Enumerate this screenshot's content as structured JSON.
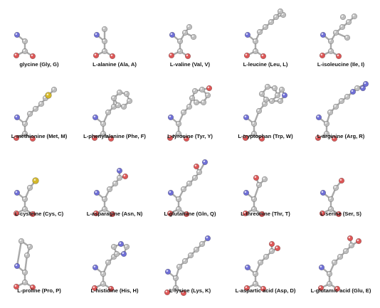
{
  "atom_colors": {
    "carbon": "#bdbdbd",
    "nitrogen": "#6f6fd6",
    "oxygen": "#dd5656",
    "sulfur": "#d4b82a"
  },
  "molecules": [
    {
      "label": "glycine (Gly, G)",
      "side": []
    },
    {
      "label": "L-alanine (Ala, A)",
      "side": [
        "C"
      ]
    },
    {
      "label": "L-valine (Val, V)",
      "side": [
        "C",
        "Cb"
      ]
    },
    {
      "label": "L-leucine (Leu, L)",
      "side": [
        "C",
        "C",
        "C",
        "Cb"
      ]
    },
    {
      "label": "L-isoleucine (Ile, I)",
      "side": [
        "C",
        "Cb",
        "C"
      ]
    },
    {
      "label": "L-methionine (Met, M)",
      "side": [
        "C",
        "C",
        "S",
        "C"
      ]
    },
    {
      "label": "L-phenylalanine (Phe, F)",
      "side": [
        "C",
        "ring"
      ]
    },
    {
      "label": "L-tyrosine (Tyr, Y)",
      "side": [
        "C",
        "ring",
        "O"
      ]
    },
    {
      "label": "L-tryptophan (Trp, W)",
      "side": [
        "C",
        "indole"
      ]
    },
    {
      "label": "L-arginine (Arg, R)",
      "side": [
        "C",
        "C",
        "C",
        "N",
        "C",
        "N",
        "N"
      ]
    },
    {
      "label": "L-cysteine (Cys, C)",
      "side": [
        "C",
        "S"
      ]
    },
    {
      "label": "L-asparagine (Asn, N)",
      "side": [
        "C",
        "C",
        "O",
        "N"
      ]
    },
    {
      "label": "L-glutamine (Gln, Q)",
      "side": [
        "C",
        "C",
        "C",
        "O",
        "N"
      ]
    },
    {
      "label": "L-threonine (Thr, T)",
      "side": [
        "C",
        "O",
        "C"
      ]
    },
    {
      "label": "L-serine (Ser, S)",
      "side": [
        "C",
        "O"
      ]
    },
    {
      "label": "L-proline (Pro, P)",
      "side": [
        "ring5"
      ]
    },
    {
      "label": "L-histidine (His, H)",
      "side": [
        "C",
        "imidazole"
      ]
    },
    {
      "label": "L-lysine (Lys, K)",
      "side": [
        "C",
        "C",
        "C",
        "C",
        "N"
      ]
    },
    {
      "label": "L-aspartic acid (Asp, D)",
      "side": [
        "C",
        "C",
        "O",
        "O"
      ]
    },
    {
      "label": "L-glutamic acid (Glu, E)",
      "side": [
        "C",
        "C",
        "C",
        "O",
        "O"
      ]
    }
  ]
}
